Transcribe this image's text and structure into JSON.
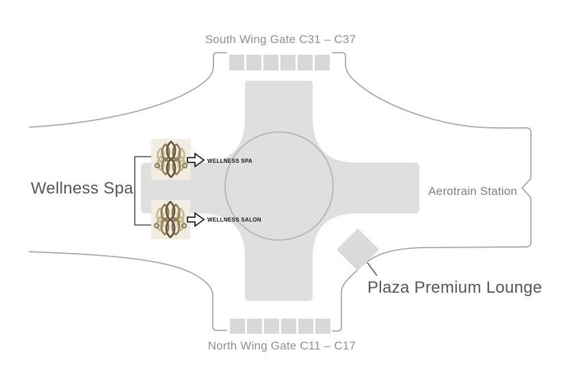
{
  "map": {
    "south_gate_label": "South Wing Gate C31 – C37",
    "north_gate_label": "North Wing Gate C11 – C17",
    "west_label": "Wellness Spa",
    "east_label": "Aerotrain Station",
    "southeast_label": "Plaza Premium Lounge"
  },
  "pois": [
    {
      "label": "WELLNESS SPA",
      "icon": "wellness-monogram-icon"
    },
    {
      "label": "WELLNESS SALON",
      "icon": "wellness-monogram-icon"
    }
  ],
  "gates": {
    "south_count": 6,
    "north_count": 6
  },
  "icons": [
    "wellness-monogram-icon",
    "arrow-right-icon",
    "station-notch-marker"
  ],
  "colors": {
    "concourse_fill": "#e0dfdf",
    "gate_square": "#d9d8d8",
    "diamond_fill": "#dbdada",
    "outline": "#a9a7a7",
    "circle_stroke": "#b5b3b3",
    "logo_box": "#f2ede2",
    "logo_dark": "#66593c",
    "logo_mid": "#8f7e55",
    "logo_light": "#c4b78f",
    "label_dark": "#55565a",
    "label_gray": "#8e9093",
    "connector": "#4d4d4d"
  }
}
